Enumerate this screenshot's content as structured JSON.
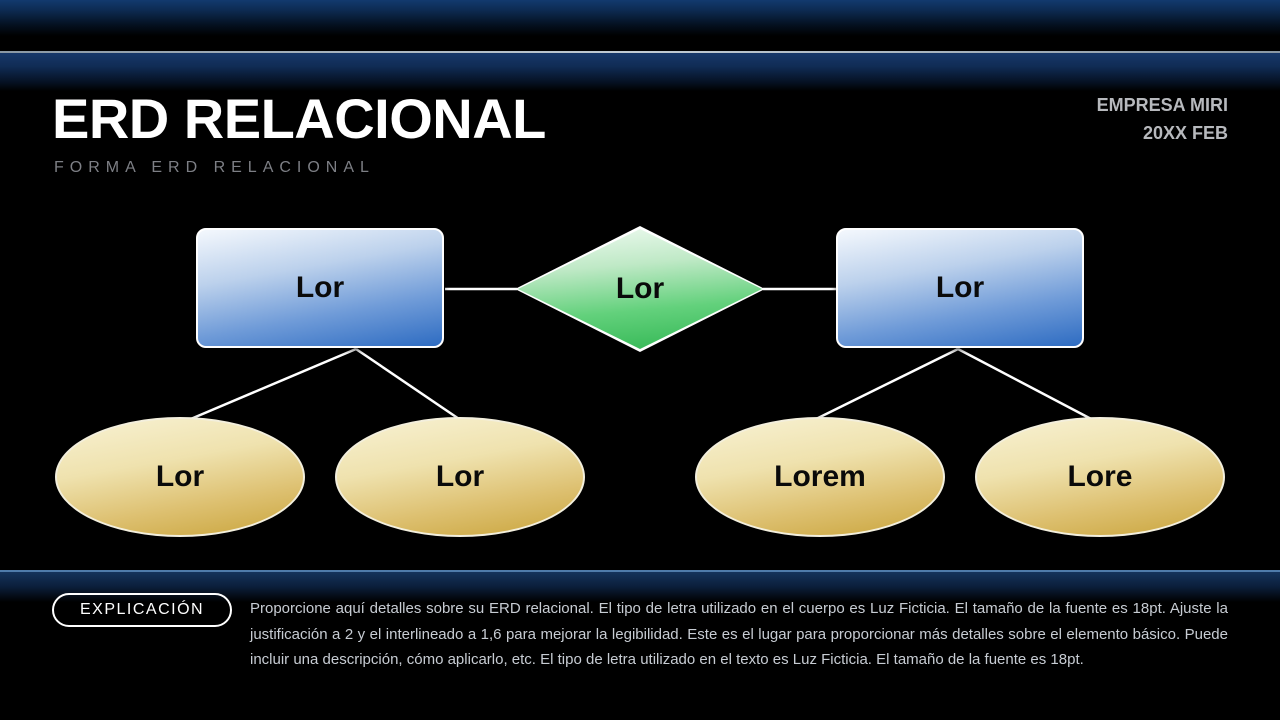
{
  "slide": {
    "title": "ERD RELACIONAL",
    "subtitle": "FORMA ERD RELACIONAL",
    "company": "EMPRESA MIRI",
    "date": "20XX FEB"
  },
  "diagram": {
    "entities": [
      {
        "label": "Lor"
      },
      {
        "label": "Lor"
      }
    ],
    "relationship": {
      "label": "Lor"
    },
    "attributes": [
      {
        "label": "Lor"
      },
      {
        "label": "Lor"
      },
      {
        "label": "Lorem"
      },
      {
        "label": "Lore"
      }
    ]
  },
  "explanation": {
    "badge_label": "EXPLICACIÓN",
    "body": "Proporcione aquí detalles sobre su ERD relacional. El tipo de letra utilizado en el cuerpo es Luz Ficticia. El tamaño de la fuente es 18pt. Ajuste la justificación a 2 y el interlineado a 1,6 para mejorar la legibilidad. Este es el lugar para proporcionar más detalles sobre el elemento básico. Puede incluir una descripción, cómo aplicarlo, etc. El tipo de letra utilizado en el texto es Luz Ficticia. El tamaño de la fuente es 18pt."
  },
  "colors": {
    "entity_gradient_top": "#f4f8fd",
    "entity_gradient_bottom": "#2e6cc2",
    "relationship_gradient_top": "#f0fbf2",
    "relationship_gradient_bottom": "#2fb551",
    "attribute_gradient_top": "#f8f2d4",
    "attribute_gradient_bottom": "#c9a43b",
    "accent_navy": "#16365f",
    "connector": "#ffffff",
    "muted_text": "#c7ccd3"
  }
}
